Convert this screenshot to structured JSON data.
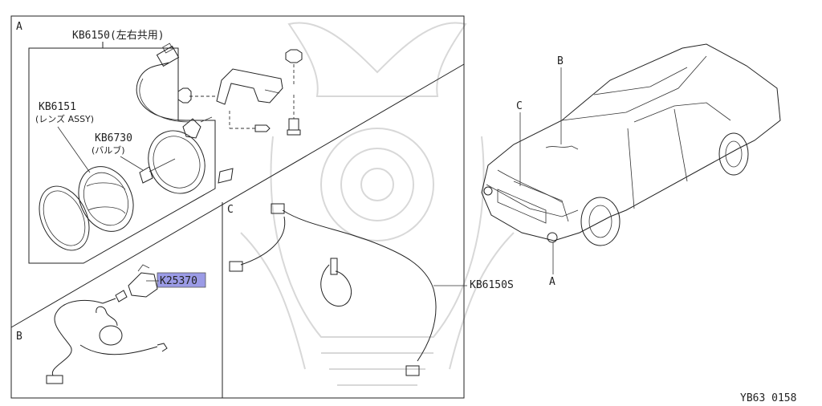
{
  "sections": {
    "a": "A",
    "b": "B",
    "c": "C"
  },
  "parts": {
    "kb6150": "KB6150(左右共用)",
    "kb6151": "KB6151",
    "kb6151_note": "(レンズ ASSY)",
    "kb6730": "KB6730",
    "kb6730_note": "(バルブ)",
    "k25370": "K25370",
    "kb6150s": "KB6150S"
  },
  "car_callouts": {
    "a": "A",
    "b": "B",
    "c": "C"
  },
  "footer_code": "YB63 0158",
  "colors": {
    "line": "#222222",
    "highlight": "#9b9be6",
    "watermark": "#d8d8d8"
  }
}
